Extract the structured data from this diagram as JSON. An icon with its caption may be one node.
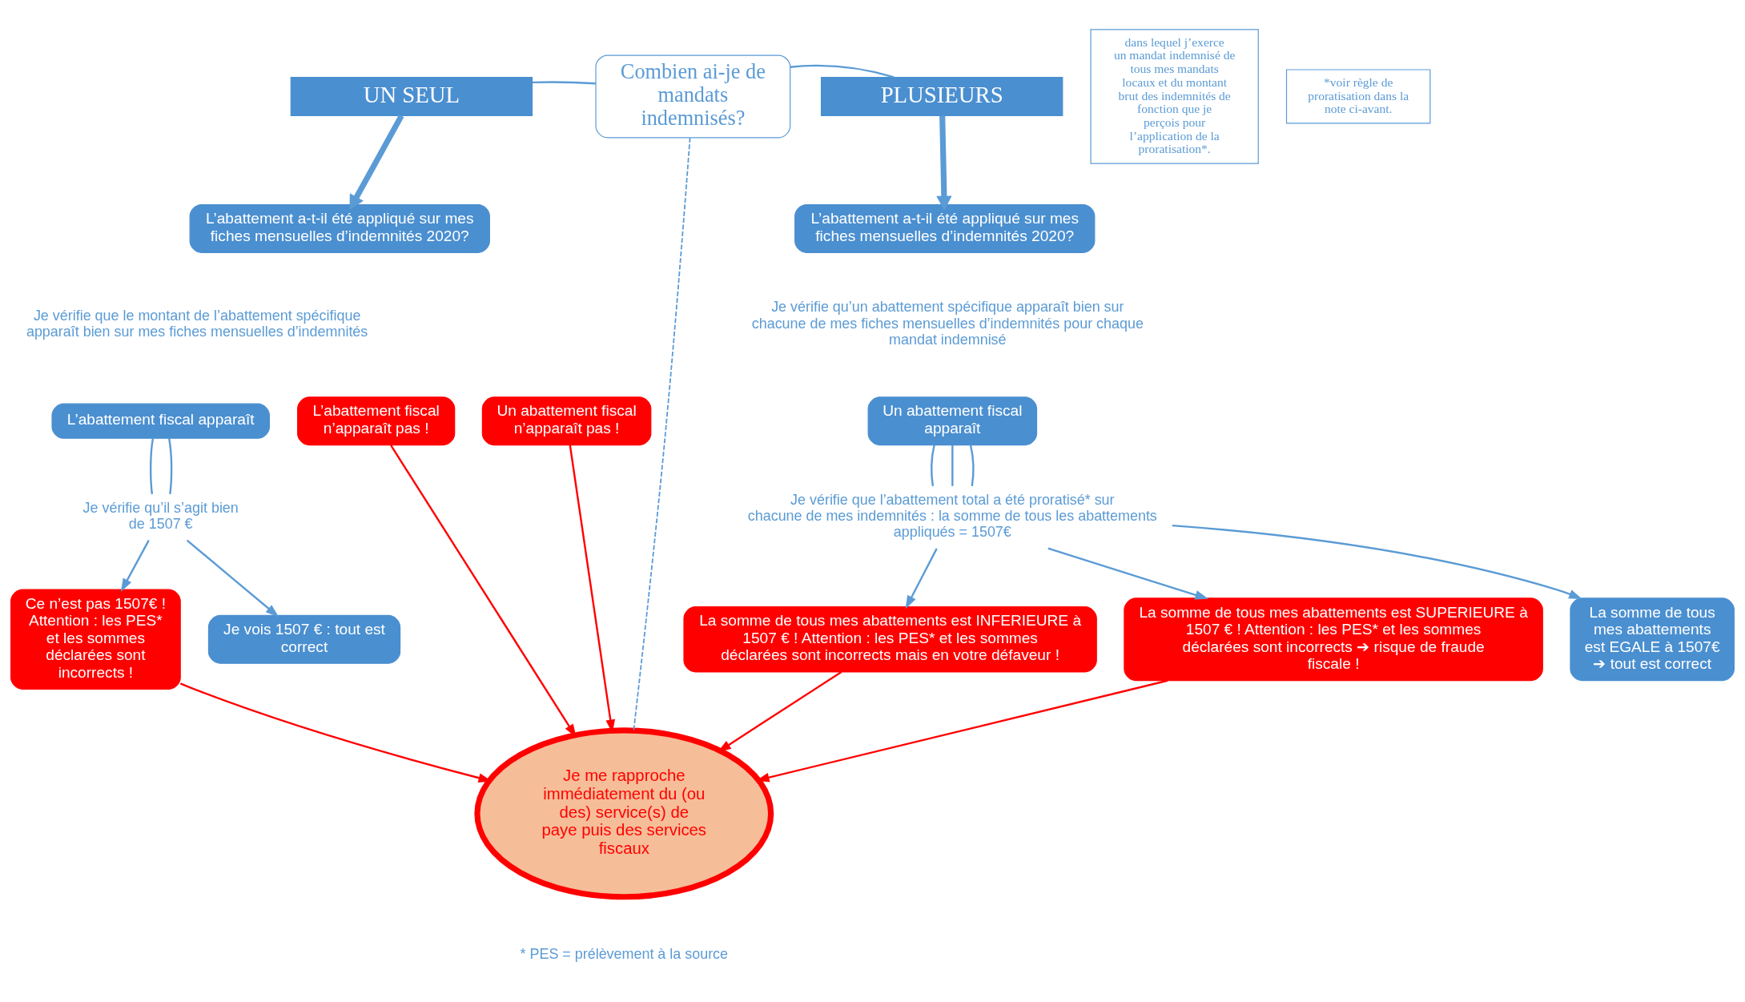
{
  "diagram": {
    "nodes": [
      {
        "text": [
          "Combien ai-je de mandats indemnisés?"
        ]
      },
      {
        "text": [
          "UN SEUL"
        ]
      },
      {
        "text": [
          "PLUSIEURS"
        ]
      },
      {
        "text": [
          "dans lequel j’exerce un mandat indemnisé de tous mes mandats locaux et du montant brut des indemnités de fonction que je perçois pour l’application de la proratisation*."
        ]
      },
      {
        "text": [
          "L’abattement a-t-il été appliqué sur mes fiches mensuelles d’indemnités 2020?"
        ]
      },
      {
        "text": [
          "L’abattement a-t-il été appliqué sur mes fiches mensuelles d’indemnités 2020?"
        ]
      },
      {
        "text": [
          "L’abattement fiscal apparaît"
        ]
      },
      {
        "text": [
          "L’abattement fiscal n’apparaît pas !"
        ]
      },
      {
        "text": [
          "Un abattement fiscal n’apparaît pas !"
        ]
      },
      {
        "text": [
          "Un abattement fiscal apparaît"
        ]
      },
      {
        "text": [
          "Je vérifie qu’il s’agit bien de 1507 €"
        ]
      },
      {
        "text": [
          "Je vérifie que l’abattement total a été proratisé* sur chacune de mes indemnités : la somme de tous les abattements appliqués = 1507€"
        ]
      },
      {
        "text": [
          "Je vois 1507 € : tout est correct"
        ]
      },
      {
        "text": [
          "Ce n’est pas 1507€ !",
          "Attention : les PES* et les sommes déclarées sont incorrects !"
        ]
      },
      {
        "text": [
          "Je me rapproche immédiatement du (ou des) service(s) de paye puis des services fiscaux"
        ]
      },
      {
        "text": [
          "La somme de tous mes abattements est SUPERIEURE à 1507 € ! Attention : les PES* et les sommes déclarées sont incorrects ➔ risque de fraude fiscale !"
        ]
      },
      {
        "text": [
          "La somme de tous mes abattements est EGALE à 1507€ ➔ tout est correct"
        ]
      },
      {
        "text": [
          "La somme de tous mes abattements est INFERIEURE à 1507 € ! Attention : les PES* et les sommes déclarées sont incorrects mais en votre défaveur !"
        ]
      },
      {
        "text": [
          "*voir règle de proratisation dans la note ci-avant."
        ]
      }
    ],
    "edges": [
      {
        "from": 0,
        "to": 1,
        "arrow": "none"
      },
      {
        "from": 0,
        "to": 2,
        "arrow": "none"
      },
      {
        "from": 1,
        "to": 4,
        "arrow": "to",
        "style": "thick"
      },
      {
        "from": 2,
        "to": 5,
        "arrow": "to",
        "style": "thick"
      },
      {
        "from": 0,
        "to": 14,
        "arrow": "none",
        "style": "dashed"
      },
      {
        "from": 6,
        "to": 10,
        "arrow": "none"
      },
      {
        "from": 6,
        "to": 10,
        "arrow": "none"
      },
      {
        "from": 10,
        "to": 12,
        "arrow": "to"
      },
      {
        "from": 10,
        "to": 13,
        "arrow": "to"
      },
      {
        "from": 7,
        "to": 14,
        "arrow": "to",
        "color": "#ff0000"
      },
      {
        "from": 8,
        "to": 14,
        "arrow": "to",
        "color": "#ff0000"
      },
      {
        "from": 13,
        "to": 14,
        "arrow": "to",
        "color": "#ff0000"
      },
      {
        "from": 9,
        "to": 11,
        "arrow": "none"
      },
      {
        "from": 9,
        "to": 11,
        "arrow": "none"
      },
      {
        "from": 9,
        "to": 11,
        "arrow": "none"
      },
      {
        "from": 11,
        "to": 15,
        "arrow": "to"
      },
      {
        "from": 11,
        "to": 17,
        "arrow": "to"
      },
      {
        "from": 11,
        "to": 16,
        "arrow": "to"
      },
      {
        "from": 15,
        "to": 14,
        "arrow": "to",
        "color": "#ff0000"
      },
      {
        "from": 17,
        "to": 14,
        "arrow": "to",
        "color": "#ff0000"
      }
    ],
    "labels": [
      "Je vérifie que le montant de l’abattement spécifique apparaît bien sur mes fiches mensuelles d’indemnités",
      "Je vérifie qu’un abattement spécifique apparaît bien sur chacune de mes fiches mensuelles d’indemnités pour chaque mandat indemnisé",
      "* PES = prélèvement à la source"
    ]
  }
}
